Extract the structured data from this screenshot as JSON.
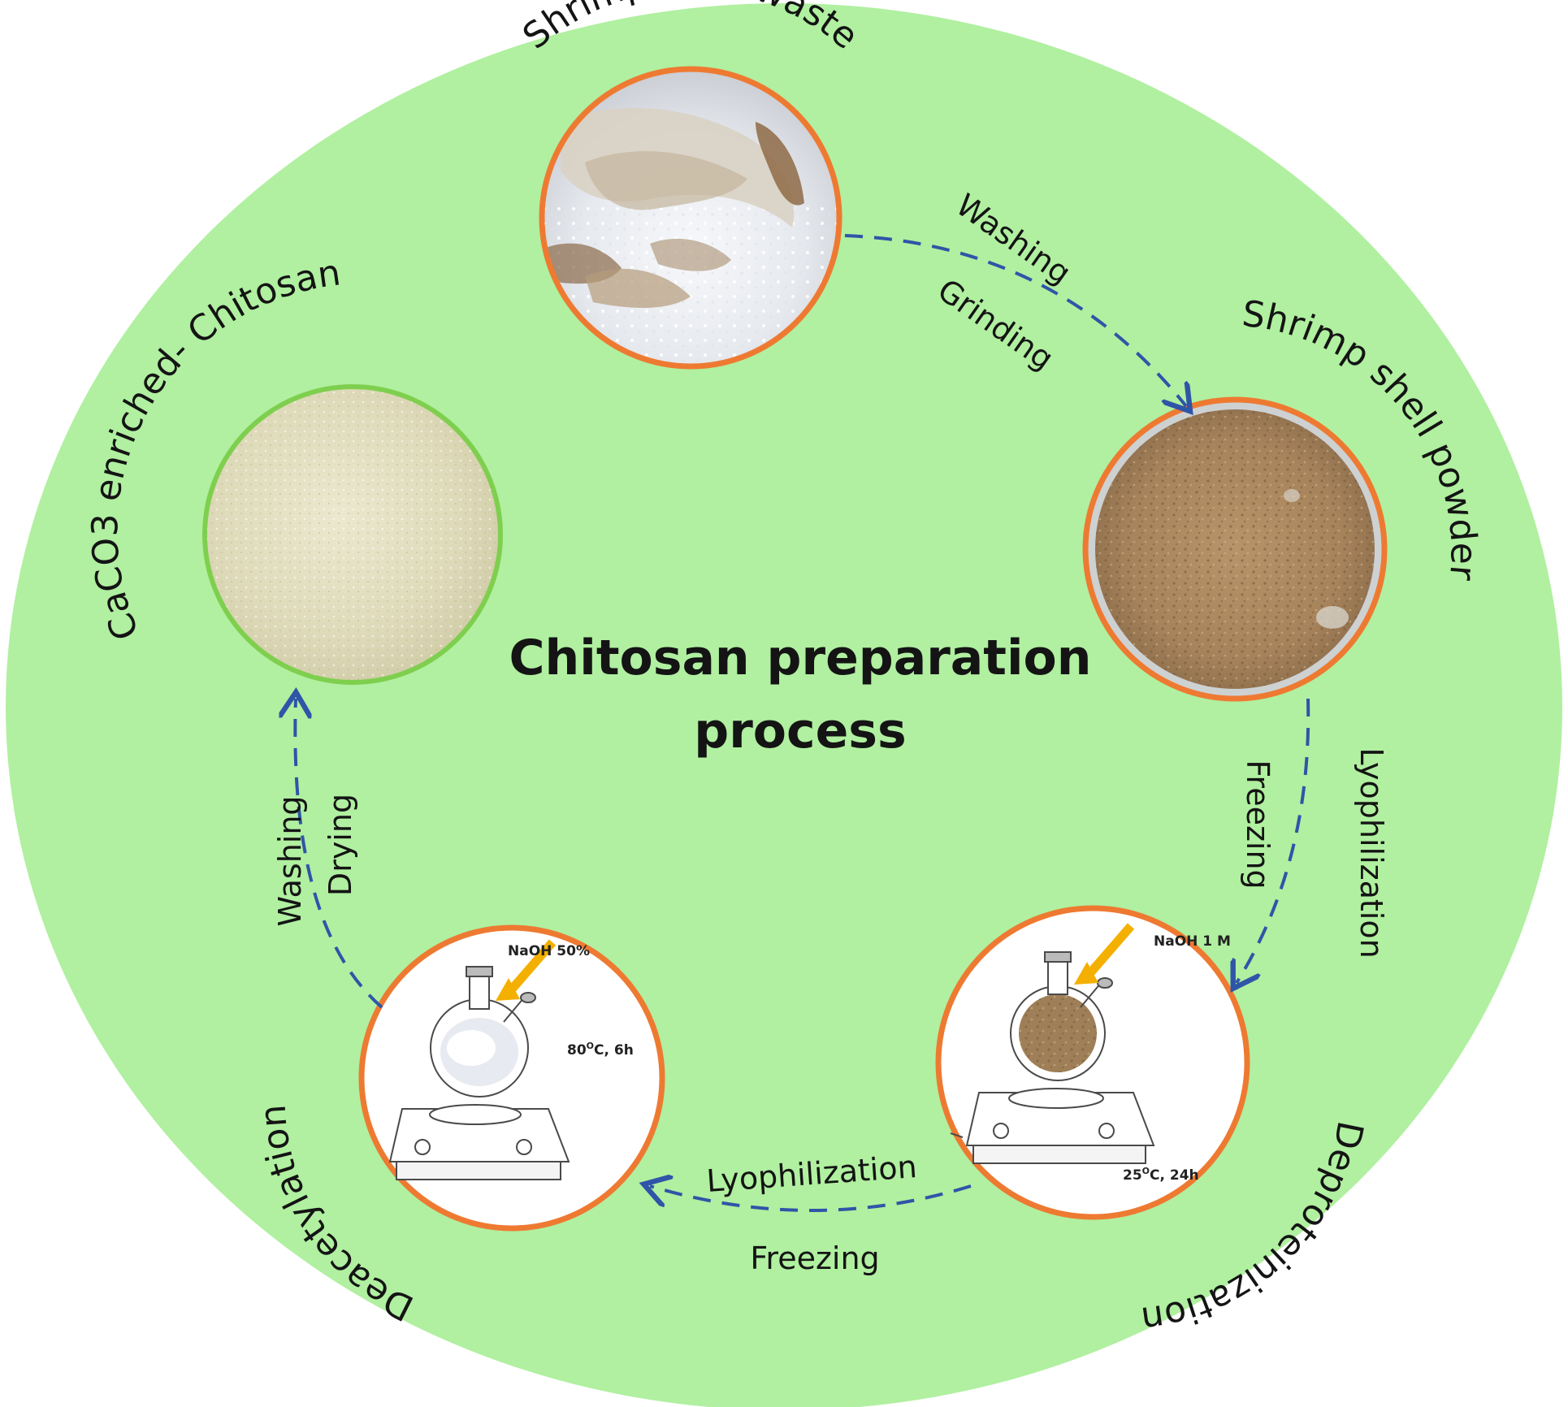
{
  "title": {
    "line1": "Chitosan preparation",
    "line2": "process"
  },
  "nodes": {
    "shrimp_waste": {
      "label": "Shrimp shell waste"
    },
    "shrimp_powder": {
      "label": "Shrimp shell powder"
    },
    "deproteinization": {
      "label": "Deproteinization",
      "reagent": "NaOH 1 M",
      "condition": "25",
      "condition_rest": "C, 24h",
      "condition_sup": "O"
    },
    "deacetylation": {
      "label": "Deacetylation",
      "reagent": "NaOH 50%",
      "condition": "80",
      "condition_rest": "C, 6h",
      "condition_sup": "O"
    },
    "chitosan": {
      "label": "CaCO3 enriched- Chitosan"
    }
  },
  "steps": {
    "top_right": {
      "a": "Washing",
      "b": "Grinding"
    },
    "right": {
      "a": "Lyophilization",
      "b": "Freezing"
    },
    "bottom": {
      "a": "Lyophilization",
      "b": "Freezing"
    },
    "left": {
      "a": "Washing",
      "b": "Drying"
    }
  },
  "colors": {
    "background": "#b0f0a0",
    "ring_orange": "#ee7a32",
    "ring_green": "#7fcf4f",
    "arrow": "#2f55a8",
    "reagent_arrow": "#f4b000"
  }
}
